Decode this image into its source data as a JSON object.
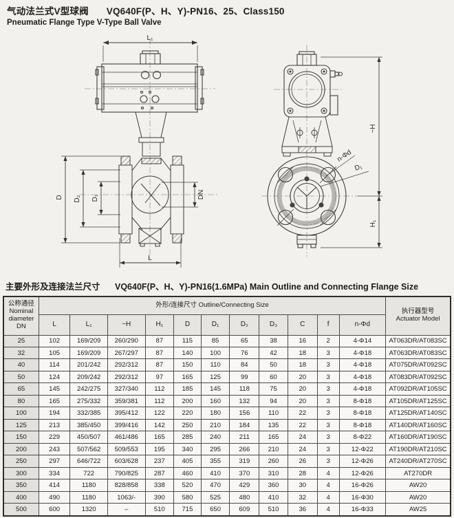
{
  "titles": {
    "zh": "气动法兰式V型球阀",
    "model": "VQ640F(P、H、Y)-PN16、25、Class150",
    "en": "Pneumatic Flange Type V-Type Ball Valve"
  },
  "drawings": {
    "front": {
      "l1": "L₁",
      "d": "D",
      "d2": "D₂",
      "d1": "D₁",
      "dn": "DN",
      "l": "L"
    },
    "side": {
      "h": "~H",
      "h1": "H₁",
      "nd": "n-Φd",
      "d1": "D₁"
    }
  },
  "table": {
    "section_zh": "主要外形及连接法兰尺寸",
    "section_en": "VQ640F(P、H、Y)-PN16(1.6MPa)  Main Outline and Connecting Flange Size",
    "header": {
      "dn_lines": [
        "公称通径",
        "Nominal",
        "diameter",
        "DN"
      ],
      "group": "外形/连接尺寸 Outline/Connecting Size",
      "columns": [
        "L",
        "L₁",
        "~H",
        "H₁",
        "D",
        "D₁",
        "D₂",
        "D₃",
        "C",
        "f",
        "n-Φd"
      ],
      "actuator_lines": [
        "执行器型号",
        "Actuator Model"
      ]
    },
    "rows": [
      {
        "dn": "25",
        "values": [
          "102",
          "169/209",
          "260/290",
          "87",
          "115",
          "85",
          "65",
          "38",
          "16",
          "2",
          "4-Φ14"
        ],
        "actuator": "AT063DR/AT083SC"
      },
      {
        "dn": "32",
        "values": [
          "105",
          "169/209",
          "267/297",
          "87",
          "140",
          "100",
          "76",
          "42",
          "18",
          "3",
          "4-Φ18"
        ],
        "actuator": "AT063DR/AT083SC"
      },
      {
        "dn": "40",
        "values": [
          "114",
          "201/242",
          "292/312",
          "87",
          "150",
          "110",
          "84",
          "50",
          "18",
          "3",
          "4-Φ18"
        ],
        "actuator": "AT075DR/AT092SC"
      },
      {
        "dn": "50",
        "values": [
          "124",
          "209/242",
          "292/312",
          "97",
          "165",
          "125",
          "99",
          "60",
          "20",
          "3",
          "4-Φ18"
        ],
        "actuator": "AT083DR/AT092SC"
      },
      {
        "dn": "65",
        "values": [
          "145",
          "242/275",
          "327/340",
          "112",
          "185",
          "145",
          "118",
          "75",
          "20",
          "3",
          "4-Φ18"
        ],
        "actuator": "AT092DR/AT105SC"
      },
      {
        "dn": "80",
        "values": [
          "165",
          "275/332",
          "359/381",
          "112",
          "200",
          "160",
          "132",
          "94",
          "20",
          "3",
          "8-Φ18"
        ],
        "actuator": "AT105DR/AT125SC"
      },
      {
        "dn": "100",
        "values": [
          "194",
          "332/385",
          "395/412",
          "122",
          "220",
          "180",
          "156",
          "110",
          "22",
          "3",
          "8-Φ18"
        ],
        "actuator": "AT125DR/AT140SC"
      },
      {
        "dn": "125",
        "values": [
          "213",
          "385/450",
          "399/416",
          "142",
          "250",
          "210",
          "184",
          "135",
          "22",
          "3",
          "8-Φ18"
        ],
        "actuator": "AT140DR/AT160SC"
      },
      {
        "dn": "150",
        "values": [
          "229",
          "450/507",
          "461/486",
          "165",
          "285",
          "240",
          "211",
          "165",
          "24",
          "3",
          "8-Φ22"
        ],
        "actuator": "AT160DR/AT190SC"
      },
      {
        "dn": "200",
        "values": [
          "243",
          "507/562",
          "509/553",
          "195",
          "340",
          "295",
          "266",
          "210",
          "24",
          "3",
          "12-Φ22"
        ],
        "actuator": "AT190DR/AT210SC"
      },
      {
        "dn": "250",
        "values": [
          "297",
          "646/722",
          "603/628",
          "237",
          "405",
          "355",
          "319",
          "260",
          "26",
          "3",
          "12-Φ26"
        ],
        "actuator": "AT240DR/AT270SC"
      },
      {
        "dn": "300",
        "values": [
          "334",
          "722",
          "790/825",
          "287",
          "460",
          "410",
          "370",
          "310",
          "28",
          "4",
          "12-Φ26"
        ],
        "actuator": "AT270DR"
      },
      {
        "dn": "350",
        "values": [
          "414",
          "1180",
          "828/858",
          "338",
          "520",
          "470",
          "429",
          "360",
          "30",
          "4",
          "16-Φ26"
        ],
        "actuator": "AW20"
      },
      {
        "dn": "400",
        "values": [
          "490",
          "1180",
          "1063/-",
          "390",
          "580",
          "525",
          "480",
          "410",
          "32",
          "4",
          "16-Φ30"
        ],
        "actuator": "AW20"
      },
      {
        "dn": "500",
        "values": [
          "600",
          "1320",
          "–",
          "510",
          "715",
          "650",
          "609",
          "510",
          "36",
          "4",
          "16-Φ33"
        ],
        "actuator": "AW25"
      }
    ]
  }
}
